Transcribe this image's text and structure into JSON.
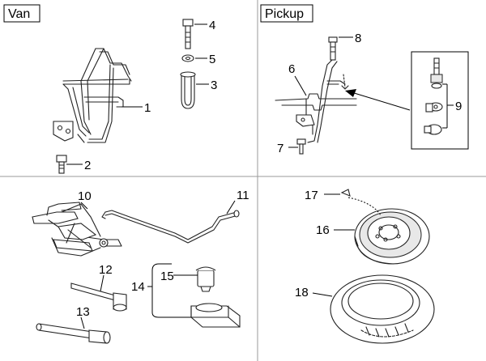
{
  "sections": {
    "van": {
      "title": "Van"
    },
    "pickup": {
      "title": "Pickup"
    }
  },
  "callouts": [
    "1",
    "2",
    "3",
    "4",
    "5",
    "6",
    "7",
    "8",
    "9",
    "10",
    "11",
    "12",
    "13",
    "14",
    "15",
    "16",
    "17",
    "18"
  ],
  "colors": {
    "line": "#222222",
    "background": "#ffffff",
    "divider": "#9a9a9a"
  }
}
